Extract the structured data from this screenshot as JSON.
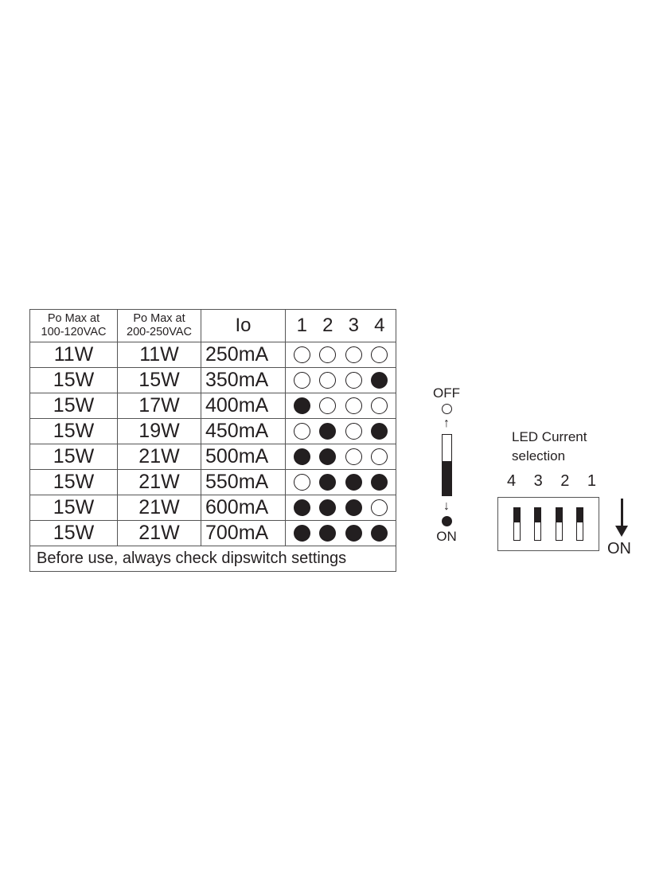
{
  "table": {
    "headers": {
      "po_low": [
        "Po Max at",
        "100-120VAC"
      ],
      "po_high": [
        "Po Max at",
        "200-250VAC"
      ],
      "io": "Io",
      "switch_numbers": [
        "1",
        "2",
        "3",
        "4"
      ]
    },
    "rows": [
      {
        "po_low": "11W",
        "po_high": "11W",
        "io": "250mA",
        "switches": [
          0,
          0,
          0,
          0
        ]
      },
      {
        "po_low": "15W",
        "po_high": "15W",
        "io": "350mA",
        "switches": [
          0,
          0,
          0,
          1
        ]
      },
      {
        "po_low": "15W",
        "po_high": "17W",
        "io": "400mA",
        "switches": [
          1,
          0,
          0,
          0
        ]
      },
      {
        "po_low": "15W",
        "po_high": "19W",
        "io": "450mA",
        "switches": [
          0,
          1,
          0,
          1
        ]
      },
      {
        "po_low": "15W",
        "po_high": "21W",
        "io": "500mA",
        "switches": [
          1,
          1,
          0,
          0
        ]
      },
      {
        "po_low": "15W",
        "po_high": "21W",
        "io": "550mA",
        "switches": [
          0,
          1,
          1,
          1
        ]
      },
      {
        "po_low": "15W",
        "po_high": "21W",
        "io": "600mA",
        "switches": [
          1,
          1,
          1,
          0
        ]
      },
      {
        "po_low": "15W",
        "po_high": "21W",
        "io": "700mA",
        "switches": [
          1,
          1,
          1,
          1
        ]
      }
    ],
    "footer": "Before use, always check dipswitch settings"
  },
  "legend": {
    "off_label": "OFF",
    "on_label": "ON"
  },
  "dipswitch": {
    "title_line1": "LED Current",
    "title_line2": "selection",
    "numbers": [
      "4",
      "3",
      "2",
      "1"
    ],
    "on_label": "ON"
  },
  "colors": {
    "ink": "#231f20",
    "border": "#555555",
    "background": "#ffffff"
  }
}
